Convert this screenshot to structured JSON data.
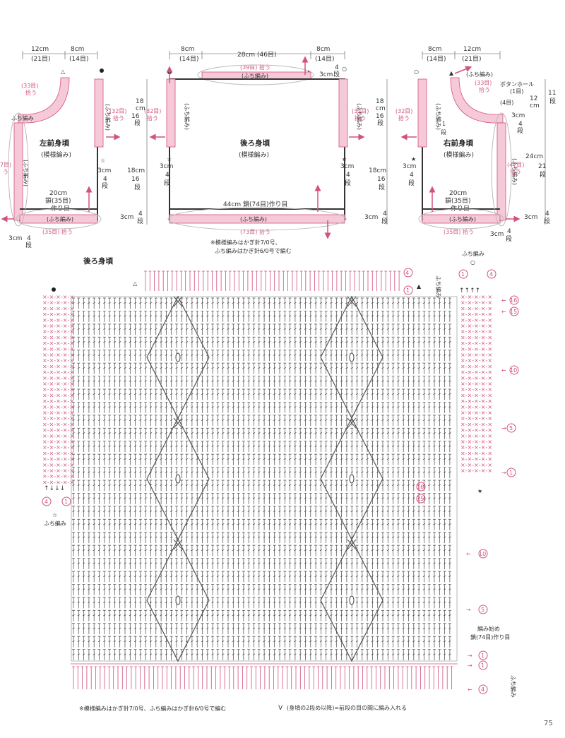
{
  "schematics": {
    "left_front": {
      "title": "左前身頃",
      "pattern": "(模様編み)",
      "dim_top_12": "12cm",
      "dim_top_21": "(21目)",
      "dim_top_8": "8cm",
      "dim_top_14": "(14目)",
      "neck_pickup": "(33目)",
      "neck_pickup2": "拾う",
      "armhole_pickup": "(32目)",
      "armhole_pickup2": "拾う",
      "band_label": "ふち編み",
      "band_neck": "(ふち編み)",
      "band_bottom": "(ふち編み)",
      "front_pickup": "7目)",
      "front_pickup2": "う",
      "bottom_pickup": "(35目) 拾う",
      "width": "20cm",
      "chain": "鎖(35目)",
      "made": "作り目",
      "side_3cm": "3cm",
      "side_4": "4",
      "side_dan": "段",
      "side_18cm": "18",
      "side_cm": "cm",
      "side_16": "16",
      "bottom_3cm": "3cm",
      "bottom_4": "4",
      "bottom_dan": "段"
    },
    "back": {
      "title": "後ろ身頃",
      "pattern": "(模様編み)",
      "dim_left_8": "8cm",
      "dim_left_14": "(14目)",
      "dim_mid_28": "28cm (46目)",
      "dim_right_8": "8cm",
      "dim_right_14": "(14目)",
      "neck_pickup": "(39目) 拾う",
      "band_neck": "(ふち編み)",
      "shoulder_3cm": "3cm",
      "shoulder_4": "4",
      "shoulder_dan": "段",
      "armhole_left": "(32目)",
      "armhole_left2": "拾う",
      "armhole_right": "(32目)",
      "armhole_right2": "拾う",
      "band_side": "(ふち編み)",
      "cm18": "18",
      "cm": "cm",
      "n16": "16",
      "dan": "段",
      "side_3cm": "3cm",
      "side_4": "4",
      "side_18cm": "18cm",
      "side_16": "16",
      "bottom_3cm": "3cm",
      "bottom_4": "4",
      "chain": "44cm 鎖(74目)作り目",
      "bottom_band": "(ふち編み)",
      "bottom_pickup": "(73目) 拾う",
      "note1": "※模様編みはかぎ針7/0号、",
      "note2": "ふち編みはかぎ針6/0号で編む"
    },
    "right_front": {
      "title": "右前身頃",
      "pattern": "(模様編み)",
      "dim_top_8": "8cm",
      "dim_top_14": "(14目)",
      "dim_top_12": "12cm",
      "dim_top_21": "(21目)",
      "band_neck": "(ふち編み)",
      "neck_pickup": "(33目)",
      "neck_pickup2": "拾う",
      "buttonhole": "ボタンホール",
      "buttonhole_count": "(1目)",
      "bh4": "(4目)",
      "one_dan": "1",
      "dan": "段",
      "armhole_pickup": "(32目)",
      "armhole_pickup2": "拾う",
      "front_pickup": "(47目)",
      "front_pickup2": "拾う",
      "right_12cm": "12",
      "right_cm": "cm",
      "right_11": "11",
      "right_24cm": "24cm",
      "right_21": "21",
      "right_3cm": "3cm",
      "right_4": "4",
      "width": "20cm",
      "chain": "鎖(35目)",
      "made": "作り目",
      "bottom_pickup": "(35目) 拾う",
      "bottom_band": "(ふち編み)",
      "bottom_3cm": "3cm",
      "bottom_4": "4",
      "side_3cm": "3cm",
      "side_4": "4"
    }
  },
  "chart": {
    "title": "後ろ身頃",
    "edge_label_top": "ふち編み",
    "edge_label_left": "ふち編み",
    "edge_label_bottom": "ふち編み",
    "start_label1": "編み始め",
    "start_label2": "鎖(74目)作り目",
    "row_marks_right": [
      "16",
      "15",
      "10",
      "5",
      "1"
    ],
    "row_marks_main": [
      "16",
      "15",
      "10",
      "5"
    ],
    "row_marks_bottom": [
      "1",
      "1",
      "4"
    ],
    "row_marks_top": [
      "4",
      "1"
    ],
    "left_marks": [
      "4",
      "1"
    ],
    "side_mark_top": [
      "1",
      "4"
    ],
    "footnote": "※模様編みはかぎ針7/0号、ふち編みはかぎ針6/0号で編む",
    "legend_symbol": "V",
    "legend_text": "(身頃の2段め以降)=前段の目の間に編み入れる"
  },
  "page_number": "75",
  "colors": {
    "accent_pink": "#d2527f",
    "band_fill": "#f6c9d8",
    "ink": "#333333"
  }
}
